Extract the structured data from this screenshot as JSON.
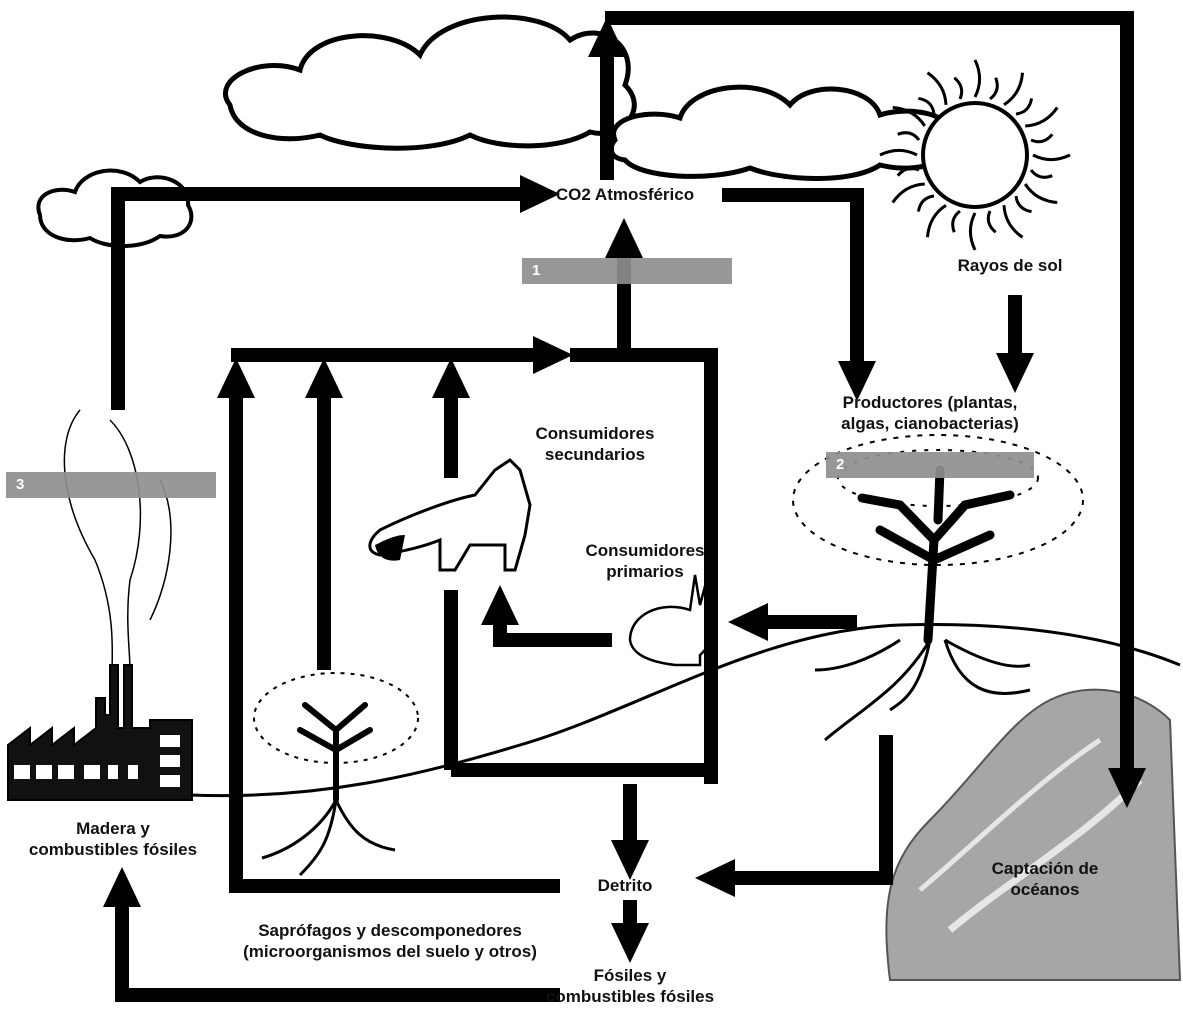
{
  "labels": {
    "co2": "CO2 Atmosférico",
    "sun": "Rayos de sol",
    "producers": [
      "Productores (plantas,",
      "algas, cianobacterias)"
    ],
    "secondary": [
      "Consumidores",
      "secundarios"
    ],
    "primary": [
      "Consumidores",
      "primarios"
    ],
    "wood": [
      "Madera y",
      "combustibles fósiles"
    ],
    "detrito": "Detrito",
    "decomposers": [
      "Saprófagos y descomponedores",
      "(microorganismos del suelo y otros)"
    ],
    "fossils": [
      "Fósiles y",
      "combustibles fósiles"
    ],
    "ocean": [
      "Captación de",
      "océanos"
    ]
  },
  "boxes": {
    "b1": "1",
    "b2": "2",
    "b3": "3"
  },
  "colors": {
    "arrow": "#000000",
    "box": "#8f8f8f",
    "ocean": "#a6a6a6"
  }
}
